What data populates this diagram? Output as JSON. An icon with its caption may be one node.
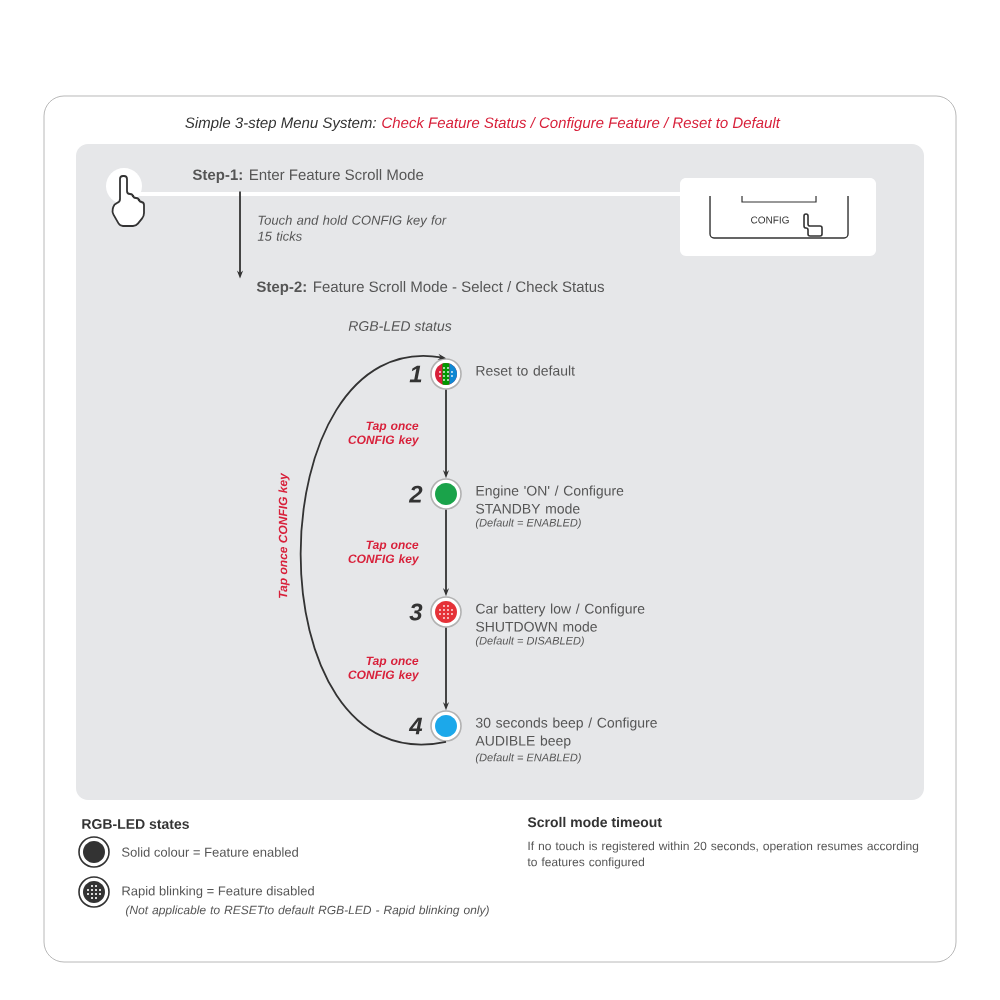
{
  "diagram": {
    "nodes": [
      {
        "text": [
          "**Step-1:** Enter Feature Scroll Mode"
        ]
      },
      {
        "text": [
          "**Step-2:** Feature Scroll Mode - Select / Check Status"
        ]
      },
      {
        "text": [],
        "shape": "circle",
        "beside": [
          "1",
          "Reset to default"
        ]
      },
      {
        "text": [],
        "shape": "circle",
        "beside": [
          "2",
          "Engine 'ON' / Configure STANDBY mode",
          "(Default = ENABLED)"
        ]
      },
      {
        "text": [],
        "shape": "circle",
        "beside": [
          "3",
          "Car battery low / Configure SHUTDOWN mode",
          "(Default = DISABLED)"
        ]
      },
      {
        "text": [],
        "shape": "circle",
        "beside": [
          "4",
          "30 seconds beep / Configure AUDIBLE beep",
          "(Default = ENABLED)"
        ]
      }
    ],
    "edges": [
      {
        "from": 0,
        "to": 1,
        "arrow": "to",
        "label": "Touch and hold CONFIG key for 15 ticks"
      },
      {
        "from": 2,
        "to": 3,
        "arrow": "to",
        "label": "Tap once CONFIG key"
      },
      {
        "from": 3,
        "to": 4,
        "arrow": "to",
        "label": "Tap once CONFIG key"
      },
      {
        "from": 4,
        "to": 5,
        "arrow": "to",
        "label": "Tap once CONFIG key"
      },
      {
        "from": 5,
        "to": 2,
        "arrow": "to",
        "label": "Tap once CONFIG key"
      }
    ],
    "labels": [
      "Simple 3-step Menu System:",
      "Check Feature Status / Configure Feature / Reset to Default",
      "CONFIG",
      "RGB-LED status",
      "RGB-LED states",
      "(Not applicable to RESETto default RGB-LED - Rapid blinking only)",
      "Scroll mode timeout",
      "If no touch is registered within 20 seconds, operation resumes according to features configured"
    ],
    "legend": [
      {
        "text": "Solid colour = Feature enabled"
      },
      {
        "text": "Rapid blinking = Feature disabled"
      }
    ]
  }
}
